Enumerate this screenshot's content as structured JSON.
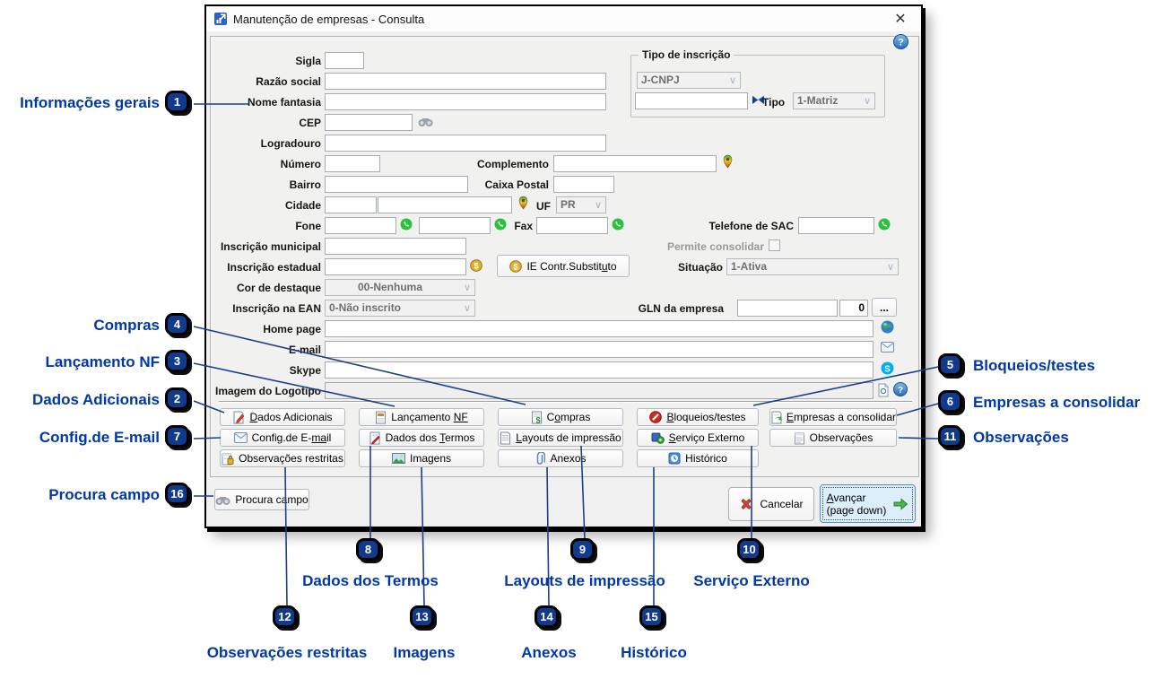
{
  "window": {
    "title": "Manutenção de empresas - Consulta",
    "close": "✕",
    "help": "?"
  },
  "icons": {
    "dropdown": "∨"
  },
  "fields": {
    "sigla": "Sigla",
    "razao_social": "Razão social",
    "nome_fantasia": "Nome fantasia",
    "cep": "CEP",
    "logradouro": "Logradouro",
    "numero": "Número",
    "complemento": "Complemento",
    "bairro": "Bairro",
    "caixa_postal": "Caixa Postal",
    "cidade": "Cidade",
    "uf_label": "UF",
    "uf_value": "PR",
    "fone": "Fone",
    "fax": "Fax",
    "telefone_sac": "Telefone de SAC",
    "inscricao_municipal": "Inscrição municipal",
    "permite_consolidar": "Permite consolidar",
    "inscricao_estadual": "Inscrição estadual",
    "ie_substituto_button": "IE Contr.Substit[u]to",
    "situacao_label": "Situação",
    "situacao_value": "1-Ativa",
    "cor_destaque_label": "Cor de destaque",
    "cor_destaque_value": "00-Nenhuma",
    "inscricao_ean_label": "Inscrição na EAN",
    "inscricao_ean_value": "0-Não inscrito",
    "gln_label": "GLN da empresa",
    "gln_counter": "0",
    "gln_browse": "...",
    "home_page": "Home page",
    "email": "E-mail",
    "skype": "Skype",
    "imagem_logotipo": "Imagem do Logotipo"
  },
  "tipo_inscricao": {
    "legend": "Tipo de inscrição",
    "tipo_value": "J-CNPJ",
    "tipo_label": "Tipo",
    "matriz_value": "1-Matriz"
  },
  "buttons": {
    "dados_adicionais": "[D]ados Adicionais",
    "lancamento_nf": "Lançamento [NF]",
    "compras": "C[o]mpras",
    "bloqueios_testes": "[B]loqueios/testes",
    "empresas_consolidar": "[E]mpresas a consolidar",
    "config_email": "Config.de E-[ma]il",
    "dados_termos": "Dados dos [T]ermos",
    "layouts_impressao": "[L]ayouts de impressão",
    "servico_externo": "[S]erviço Externo",
    "observacoes": "Observações",
    "observacoes_restritas": "Observações restritas",
    "imagens": "Imagens",
    "anexos": "Anexos",
    "historico": "Histórico"
  },
  "footer": {
    "procura_campo": "Procura campo",
    "cancelar": "Cancelar",
    "avancar": "[A]vançar",
    "avancar_sub": "(page down)"
  },
  "annotations": [
    {
      "num": "1",
      "label": "Informações gerais"
    },
    {
      "num": "2",
      "label": "Dados Adicionais"
    },
    {
      "num": "3",
      "label": "Lançamento NF"
    },
    {
      "num": "4",
      "label": "Compras"
    },
    {
      "num": "5",
      "label": "Bloqueios/testes"
    },
    {
      "num": "6",
      "label": "Empresas a consolidar"
    },
    {
      "num": "7",
      "label": "Config.de E-mail"
    },
    {
      "num": "8",
      "label": "Dados dos Termos"
    },
    {
      "num": "9",
      "label": "Layouts de impressão"
    },
    {
      "num": "10",
      "label": "Serviço Externo"
    },
    {
      "num": "11",
      "label": "Observações"
    },
    {
      "num": "12",
      "label": "Observações restritas"
    },
    {
      "num": "13",
      "label": "Imagens"
    },
    {
      "num": "14",
      "label": "Anexos"
    },
    {
      "num": "15",
      "label": "Histórico"
    },
    {
      "num": "16",
      "label": "Procura campo"
    }
  ],
  "colors": {
    "callout_text": "#0038a8",
    "badge_fill": "#123a8c",
    "annotation_line": "#1d3f86",
    "whatsapp_green": "#2fbf3e",
    "focused_button_bg": "#ddeefb",
    "dialog_bg": "#f0f0f0"
  }
}
